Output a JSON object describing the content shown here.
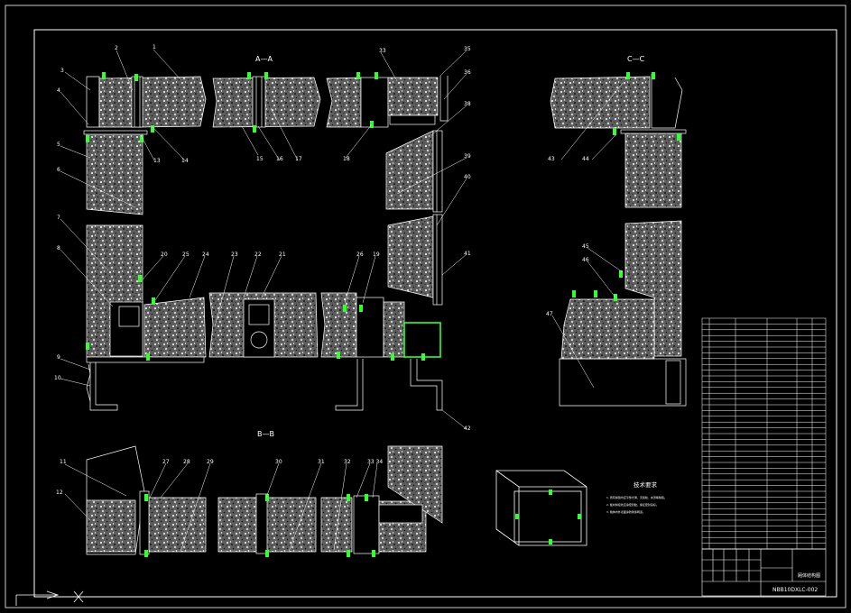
{
  "colors": {
    "background": "#000000",
    "line": "#ffffff",
    "accent": "#33ff33",
    "fill": "#8a8a8a"
  },
  "sections": {
    "aa": "A—A",
    "bb": "B—B",
    "cc": "C—C"
  },
  "labels": {
    "l2": "2",
    "l1": "1",
    "l3": "3",
    "l4": "4",
    "l5": "5",
    "l6": "6",
    "l7": "7",
    "l8": "8",
    "l9": "9",
    "l10": "10",
    "l11": "11",
    "l12": "12",
    "l13": "13",
    "l14": "14",
    "l15": "15",
    "l16": "16",
    "l17": "17",
    "l18": "18",
    "l19": "19",
    "l20": "20",
    "l21": "21",
    "l22": "22",
    "l23": "23",
    "l24": "24",
    "l25": "25",
    "l26": "26",
    "l27": "27",
    "l28": "28",
    "l29": "29",
    "l30": "30",
    "l31": "31",
    "l32": "32",
    "l33": "33",
    "l34": "34",
    "l35": "35",
    "l36": "36",
    "l38": "38",
    "l39": "39",
    "l40": "40",
    "l41": "41",
    "l42": "42",
    "l43": "43",
    "l44": "44",
    "l45": "45",
    "l46": "46",
    "l47": "47",
    "l3334": "33 34"
  },
  "notes": {
    "title": "技术要求",
    "lines": [
      "1. 所有焊缝均应平整光滑，无裂纹、夹渣等缺陷。",
      "2. 板材拼接处应涂密封胶，保证密封良好。",
      "3. 箱体内外表面涂防锈漆两道。"
    ]
  },
  "title_block": {
    "name": "厢体结构图",
    "drawing_no": "NBB10DXLC-002"
  }
}
